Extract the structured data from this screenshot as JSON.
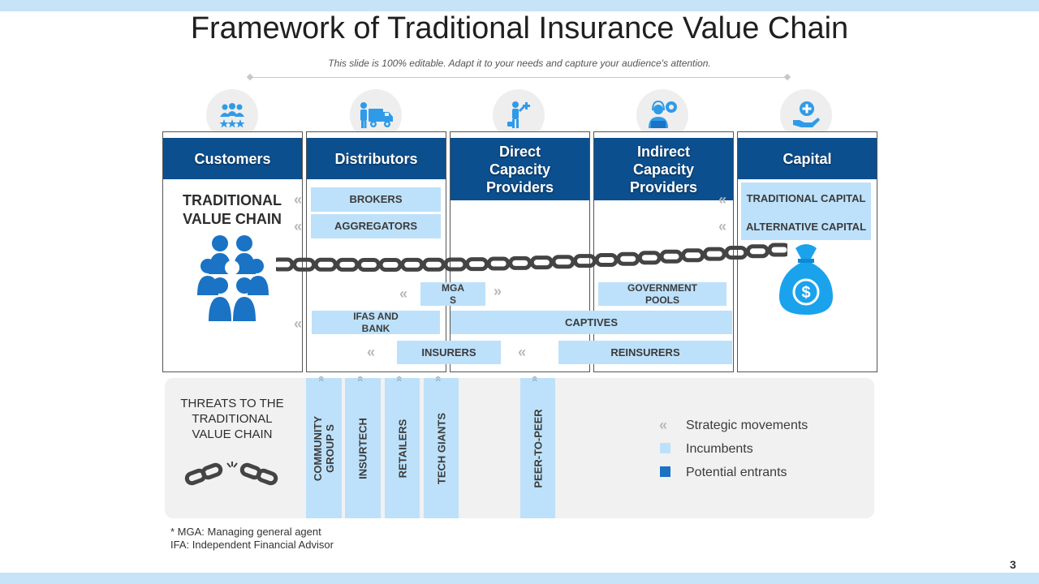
{
  "title": "Framework of Traditional Insurance Value Chain",
  "subtitle": "This slide is 100% editable. Adapt it to your needs and capture your audience's attention.",
  "columns": [
    {
      "label": "Customers",
      "icon": "customer-rating-icon"
    },
    {
      "label": "Distributors",
      "icon": "delivery-truck-icon"
    },
    {
      "label": "Direct Capacity Providers",
      "icon": "businessman-growth-icon"
    },
    {
      "label": "Indirect Capacity Providers",
      "icon": "support-agent-icon"
    },
    {
      "label": "Capital",
      "icon": "hand-plus-icon"
    }
  ],
  "traditional_value_chain": "TRADITIONAL VALUE CHAIN",
  "boxes": {
    "brokers": "BROKERS",
    "aggregators": "AGGREGATORS",
    "traditional_capital": "TRADITIONAL CAPITAL",
    "alternative_capital": "ALTERNATIVE CAPITAL",
    "mgas": "MGA S",
    "government_pools": "GOVERNMENT POOLS",
    "ifas_and_bank": "IFAS AND BANK",
    "captives": "CAPTIVES",
    "insurers": "INSURERS",
    "reinsurers": "REINSURERS"
  },
  "threats": {
    "label": "THREATS TO THE TRADITIONAL VALUE CHAIN",
    "entrants": [
      "COMMUNITY GROUP S",
      "INSURTECH",
      "RETAILERS",
      "TECH GIANTS",
      "PEER-TO-PEER"
    ]
  },
  "legend": {
    "strategic": "Strategic movements",
    "incumbents": "Incumbents",
    "potential": "Potential entrants"
  },
  "footnotes": {
    "mga": "* MGA:  Managing general agent",
    "ifa": "IFA: Independent Financial Advisor"
  },
  "page_number": "3",
  "colors": {
    "header": "#0c4f8e",
    "incumbent": "#bde1fb",
    "potential": "#1a73c4",
    "icon": "#2f9be8",
    "chain": "#444444",
    "people": "#1a73c4",
    "bag": "#1aa3ec"
  }
}
